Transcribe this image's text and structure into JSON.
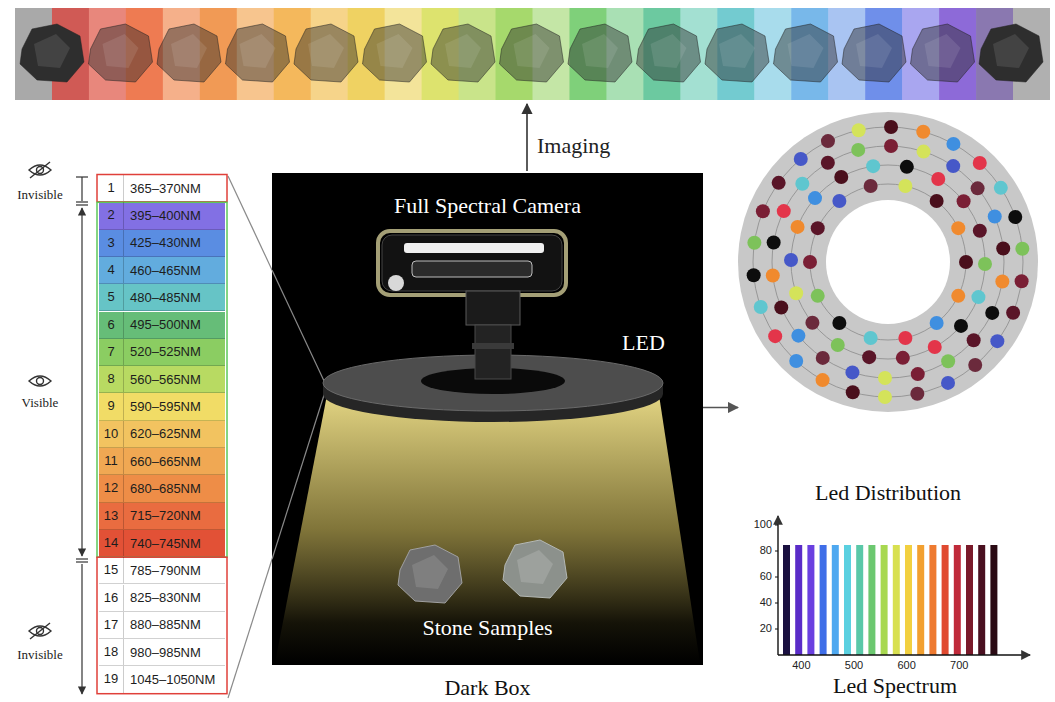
{
  "diagram": {
    "nodes": [
      {
        "text": [
          "1",
          "365–370NM"
        ]
      },
      {
        "text": [
          "2",
          "395–400NM"
        ]
      },
      {
        "text": [
          "3",
          "425–430NM"
        ]
      },
      {
        "text": [
          "4",
          "460–465NM"
        ]
      },
      {
        "text": [
          "5",
          "480–485NM"
        ]
      },
      {
        "text": [
          "6",
          "495–500NM"
        ]
      },
      {
        "text": [
          "7",
          "520–525NM"
        ]
      },
      {
        "text": [
          "8",
          "560–565NM"
        ]
      },
      {
        "text": [
          "9",
          "590–595NM"
        ]
      },
      {
        "text": [
          "10",
          "620–625NM"
        ]
      },
      {
        "text": [
          "11",
          "660–665NM"
        ]
      },
      {
        "text": [
          "12",
          "680–685NM"
        ]
      },
      {
        "text": [
          "13",
          "715–720NM"
        ]
      },
      {
        "text": [
          "14",
          "740–745NM"
        ]
      },
      {
        "text": [
          "15",
          "785–790NM"
        ]
      },
      {
        "text": [
          "16",
          "825–830NM"
        ]
      },
      {
        "text": [
          "17",
          "880–885NM"
        ]
      },
      {
        "text": [
          "18",
          "980–985NM"
        ]
      },
      {
        "text": [
          "19",
          "1045–1050NM"
        ]
      },
      {
        "text": [
          "Full Spectral Camera",
          "LED",
          "Stone Samples",
          "Dark Box"
        ]
      },
      {
        "text": [
          "Led Distribution"
        ]
      },
      {
        "text": [
          "Led Spectrum"
        ]
      }
    ],
    "edges": [
      {
        "from": 19,
        "to": 20,
        "arrow": "to"
      }
    ],
    "labels": [
      "Imaging",
      "Invisible",
      "Visible",
      "Invisible",
      "100",
      "80",
      "60",
      "40",
      "20",
      "400",
      "500",
      "600",
      "700"
    ]
  }
}
